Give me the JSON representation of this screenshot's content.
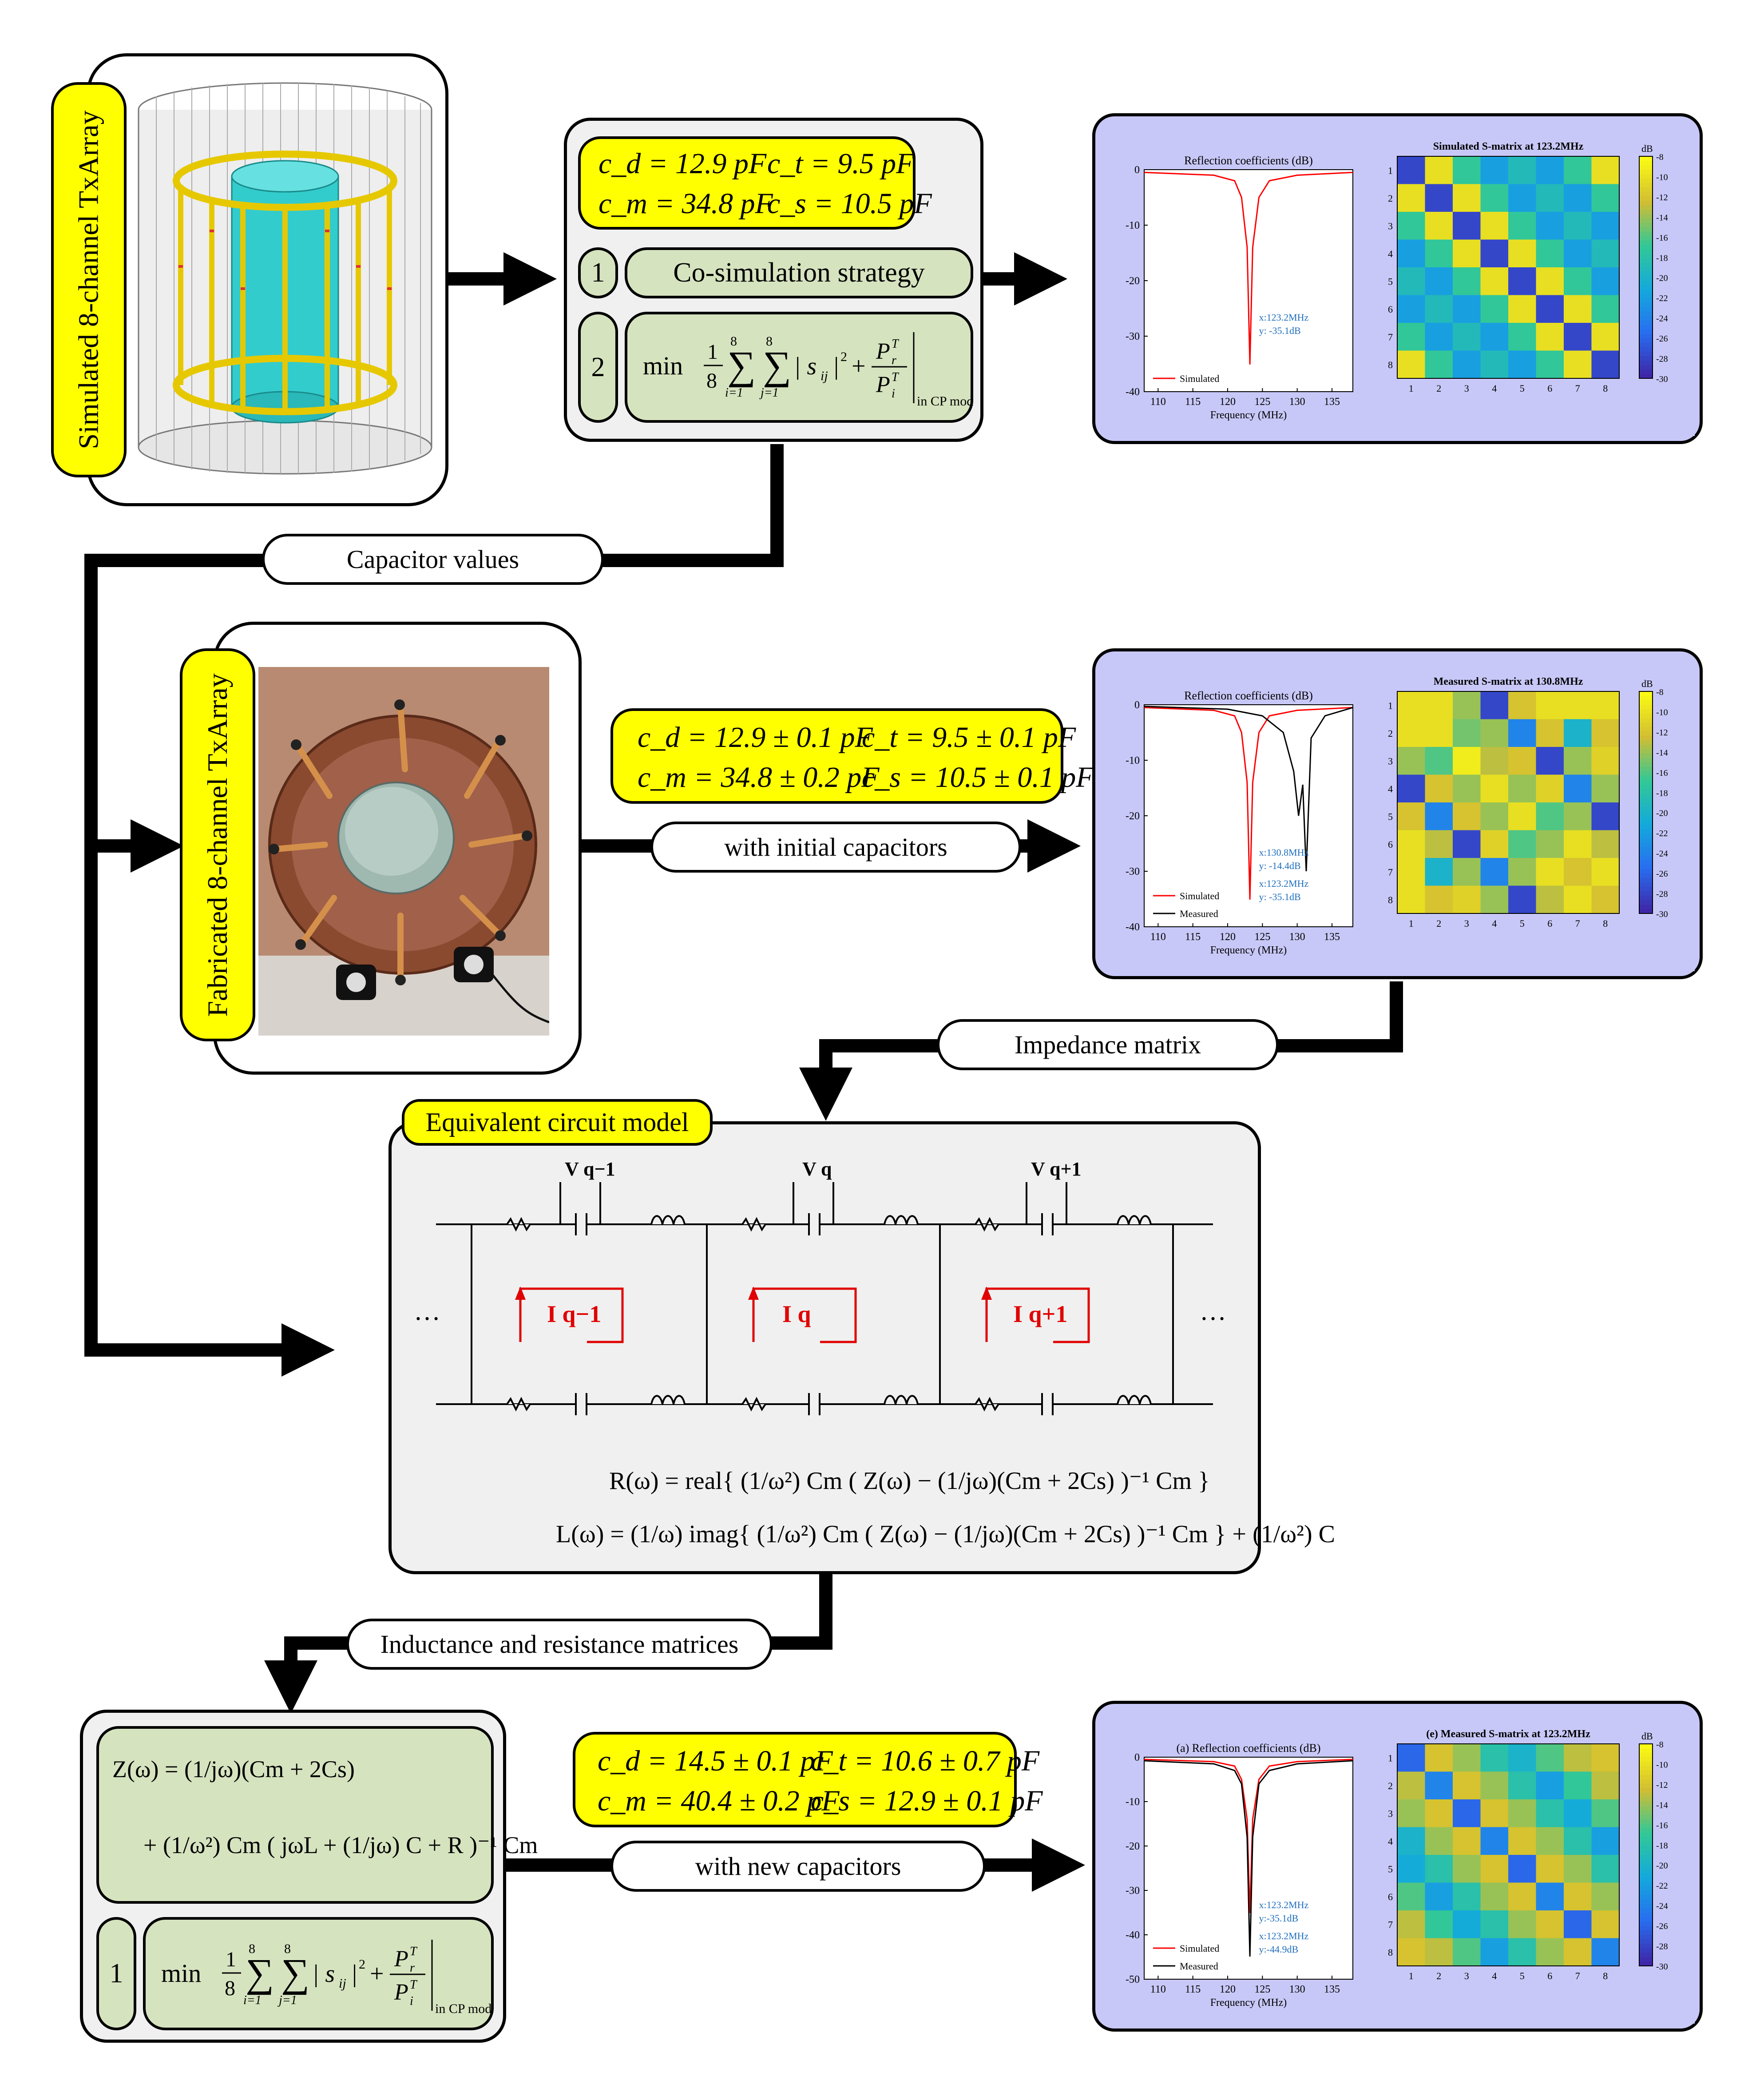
{
  "sim": {
    "label": "Simulated 8-channel TxArray",
    "caps": [
      "c_d = 12.9 pF",
      "c_t = 9.5 pF",
      "c_m = 34.8 pF",
      "c_s = 10.5 pF"
    ],
    "step1_num": "1",
    "step1_text": "Co-simulation strategy",
    "step2_num": "2",
    "step2_min": "min"
  },
  "fab": {
    "label": "Fabricated 8-channel TxArray",
    "caps": [
      "c_d = 12.9 ± 0.1 pF",
      "c_t = 9.5 ± 0.1 pF",
      "c_m = 34.8 ± 0.2 pF",
      "c_s = 10.5 ± 0.1 pF"
    ]
  },
  "new": {
    "caps": [
      "c_d = 14.5 ± 0.1 pF",
      "c_t = 10.6 ± 0.7 pF",
      "c_m = 40.4 ± 0.2 pF",
      "c_s = 12.9 ± 0.1 pF"
    ],
    "step1_num": "1",
    "step1_min": "min"
  },
  "arrows": {
    "capacitor_values": "Capacitor values",
    "initial": "with initial capacitors",
    "impedance": "Impedance matrix",
    "inductance": "Inductance and resistance matrices",
    "new_caps": "with new capacitors"
  },
  "circuit": {
    "title": "Equivalent circuit model",
    "loops": [
      "I q−1",
      "I q",
      "I q+1"
    ],
    "ports": [
      "V q−1",
      "V q",
      "V q+1"
    ],
    "eq_R": "R(ω) = real{ (1/ω²) Cm ( Z(ω) − (1/jω)(Cm + 2Cs) )⁻¹ Cm }",
    "eq_L": "L(ω) = (1/ω) imag{ (1/ω²) Cm ( Z(ω) − (1/jω)(Cm + 2Cs) )⁻¹ Cm } + (1/ω²) C"
  },
  "zeq": {
    "line1": "Z(ω) = (1/jω)(Cm + 2Cs)",
    "line2": "+ (1/ω²) Cm ( jωL + (1/jω) C + R )⁻¹ Cm"
  },
  "colors": {
    "yellow": "#ffff00",
    "green": "#d6e3bf",
    "purple": "#c8c8f8",
    "gray": "#f0f0f0",
    "sim_line": "#ff0000",
    "meas_line": "#000000",
    "circuit_red": "#e00000"
  },
  "chart_data": [
    {
      "type": "line",
      "title": "Reflection coefficients (dB)",
      "xlabel": "Frequency (MHz)",
      "ylabel": "",
      "xlim": [
        108,
        138
      ],
      "ylim": [
        -40,
        0
      ],
      "xticks": [
        110,
        115,
        120,
        125,
        130,
        135
      ],
      "yticks": [
        0,
        -10,
        -20,
        -30,
        -40
      ],
      "legend": [
        "Simulated"
      ],
      "annotations": [
        "x:123.2MHz",
        "y: -35.1dB"
      ],
      "series": [
        {
          "name": "Simulated",
          "x": [
            108,
            118,
            121,
            122,
            122.8,
            123.2,
            123.6,
            124.5,
            126,
            130,
            138
          ],
          "y": [
            -0.5,
            -1,
            -2,
            -5,
            -14,
            -35.1,
            -14,
            -5,
            -2,
            -1,
            -0.5
          ]
        }
      ]
    },
    {
      "type": "heatmap",
      "title": "Simulated S-matrix at 123.2MHz",
      "unit": "dB",
      "clim": [
        -30,
        -8
      ],
      "colorbar_ticks": [
        -8,
        -10,
        -12,
        -14,
        -16,
        -18,
        -20,
        -22,
        -24,
        -26,
        -28,
        -30
      ],
      "x_labels": [
        "1",
        "2",
        "3",
        "4",
        "5",
        "6",
        "7",
        "8"
      ],
      "y_labels": [
        "1",
        "2",
        "3",
        "4",
        "5",
        "6",
        "7",
        "8"
      ],
      "values": [
        [
          -28,
          -10,
          -17,
          -22,
          -19,
          -22,
          -17,
          -10
        ],
        [
          -10,
          -28,
          -10,
          -17,
          -22,
          -19,
          -22,
          -17
        ],
        [
          -17,
          -10,
          -28,
          -10,
          -17,
          -22,
          -19,
          -22
        ],
        [
          -22,
          -17,
          -10,
          -28,
          -10,
          -17,
          -22,
          -19
        ],
        [
          -19,
          -22,
          -17,
          -10,
          -28,
          -10,
          -17,
          -22
        ],
        [
          -22,
          -19,
          -22,
          -17,
          -10,
          -28,
          -10,
          -17
        ],
        [
          -17,
          -22,
          -19,
          -22,
          -17,
          -10,
          -28,
          -10
        ],
        [
          -10,
          -17,
          -22,
          -19,
          -22,
          -17,
          -10,
          -28
        ]
      ]
    },
    {
      "type": "line",
      "title": "Reflection coefficients (dB)",
      "xlabel": "Frequency (MHz)",
      "ylabel": "",
      "xlim": [
        108,
        138
      ],
      "ylim": [
        -40,
        0
      ],
      "xticks": [
        110,
        115,
        120,
        125,
        130,
        135
      ],
      "yticks": [
        0,
        -10,
        -20,
        -30,
        -40
      ],
      "legend": [
        "Simulated",
        "Measured"
      ],
      "annotations": [
        "x:130.8MHz",
        "y: -14.4dB",
        "x:123.2MHz",
        "y: -35.1dB"
      ],
      "series": [
        {
          "name": "Simulated",
          "x": [
            108,
            118,
            121,
            122,
            122.8,
            123.2,
            123.6,
            124.5,
            126,
            130,
            138
          ],
          "y": [
            -0.5,
            -1,
            -2,
            -5,
            -14,
            -35.1,
            -14,
            -5,
            -2,
            -1,
            -0.5
          ]
        },
        {
          "name": "Measured",
          "x": [
            108,
            120,
            125,
            128,
            129.5,
            130.2,
            130.8,
            131.3,
            132,
            134,
            138
          ],
          "y": [
            -0.3,
            -0.8,
            -2,
            -5,
            -12,
            -20,
            -14.4,
            -30,
            -6,
            -2,
            -0.5
          ]
        }
      ]
    },
    {
      "type": "heatmap",
      "title": "Measured S-matrix at 130.8MHz",
      "unit": "dB",
      "clim": [
        -30,
        -8
      ],
      "colorbar_ticks": [
        -8,
        -10,
        -12,
        -14,
        -16,
        -18,
        -20,
        -22,
        -24,
        -26,
        -28,
        -30
      ],
      "x_labels": [
        "1",
        "2",
        "3",
        "4",
        "5",
        "6",
        "7",
        "8"
      ],
      "y_labels": [
        "1",
        "2",
        "3",
        "4",
        "5",
        "6",
        "7",
        "8"
      ],
      "values": [
        [
          -10,
          -10,
          -14,
          -28,
          -12,
          -10,
          -10,
          -10
        ],
        [
          -10,
          -10,
          -15,
          -14,
          -24,
          -12,
          -20,
          -12
        ],
        [
          -14,
          -16,
          -9,
          -13,
          -12,
          -28,
          -14,
          -11
        ],
        [
          -28,
          -12,
          -14,
          -10,
          -14,
          -11,
          -24,
          -14
        ],
        [
          -12,
          -24,
          -12,
          -14,
          -10,
          -16,
          -14,
          -28
        ],
        [
          -10,
          -13,
          -28,
          -11,
          -16,
          -14,
          -10,
          -13
        ],
        [
          -10,
          -20,
          -14,
          -24,
          -14,
          -10,
          -12,
          -10
        ],
        [
          -10,
          -12,
          -11,
          -14,
          -28,
          -13,
          -10,
          -12
        ]
      ]
    },
    {
      "type": "line",
      "title": "(a) Reflection coefficients (dB)",
      "xlabel": "Frequency (MHz)",
      "ylabel": "",
      "xlim": [
        108,
        138
      ],
      "ylim": [
        -50,
        0
      ],
      "xticks": [
        110,
        115,
        120,
        125,
        130,
        135
      ],
      "yticks": [
        0,
        -10,
        -20,
        -30,
        -40,
        -50
      ],
      "legend": [
        "Simulated",
        "Measured"
      ],
      "annotations": [
        "x:123.2MHz",
        "y:-35.1dB",
        "x:123.2MHz",
        "y:-44.9dB"
      ],
      "series": [
        {
          "name": "Simulated",
          "x": [
            108,
            118,
            121,
            122,
            122.8,
            123.2,
            123.6,
            124.5,
            126,
            130,
            138
          ],
          "y": [
            -0.5,
            -1,
            -2,
            -5,
            -14,
            -35.1,
            -14,
            -5,
            -2,
            -1,
            -0.5
          ]
        },
        {
          "name": "Measured",
          "x": [
            108,
            118,
            121,
            122,
            122.8,
            123.2,
            123.6,
            124.5,
            126,
            130,
            138
          ],
          "y": [
            -0.8,
            -1.5,
            -3,
            -6,
            -18,
            -44.9,
            -18,
            -6,
            -3,
            -1.5,
            -0.8
          ]
        }
      ]
    },
    {
      "type": "heatmap",
      "title": "(e) Measured S-matrix at 123.2MHz",
      "unit": "dB",
      "clim": [
        -30,
        -8
      ],
      "colorbar_ticks": [
        -8,
        -10,
        -12,
        -14,
        -16,
        -18,
        -20,
        -22,
        -24,
        -26,
        -28,
        -30
      ],
      "x_labels": [
        "1",
        "2",
        "3",
        "4",
        "5",
        "6",
        "7",
        "8"
      ],
      "y_labels": [
        "1",
        "2",
        "3",
        "4",
        "5",
        "6",
        "7",
        "8"
      ],
      "values": [
        [
          -26,
          -12,
          -14,
          -18,
          -20,
          -16,
          -13,
          -12
        ],
        [
          -13,
          -24,
          -12,
          -14,
          -18,
          -22,
          -17,
          -13
        ],
        [
          -14,
          -12,
          -26,
          -12,
          -14,
          -18,
          -21,
          -16
        ],
        [
          -20,
          -14,
          -12,
          -24,
          -12,
          -14,
          -18,
          -22
        ],
        [
          -21,
          -18,
          -14,
          -12,
          -26,
          -12,
          -14,
          -18
        ],
        [
          -16,
          -22,
          -18,
          -14,
          -12,
          -24,
          -12,
          -14
        ],
        [
          -13,
          -17,
          -21,
          -18,
          -14,
          -12,
          -26,
          -12
        ],
        [
          -12,
          -13,
          -16,
          -22,
          -18,
          -14,
          -12,
          -24
        ]
      ]
    }
  ]
}
